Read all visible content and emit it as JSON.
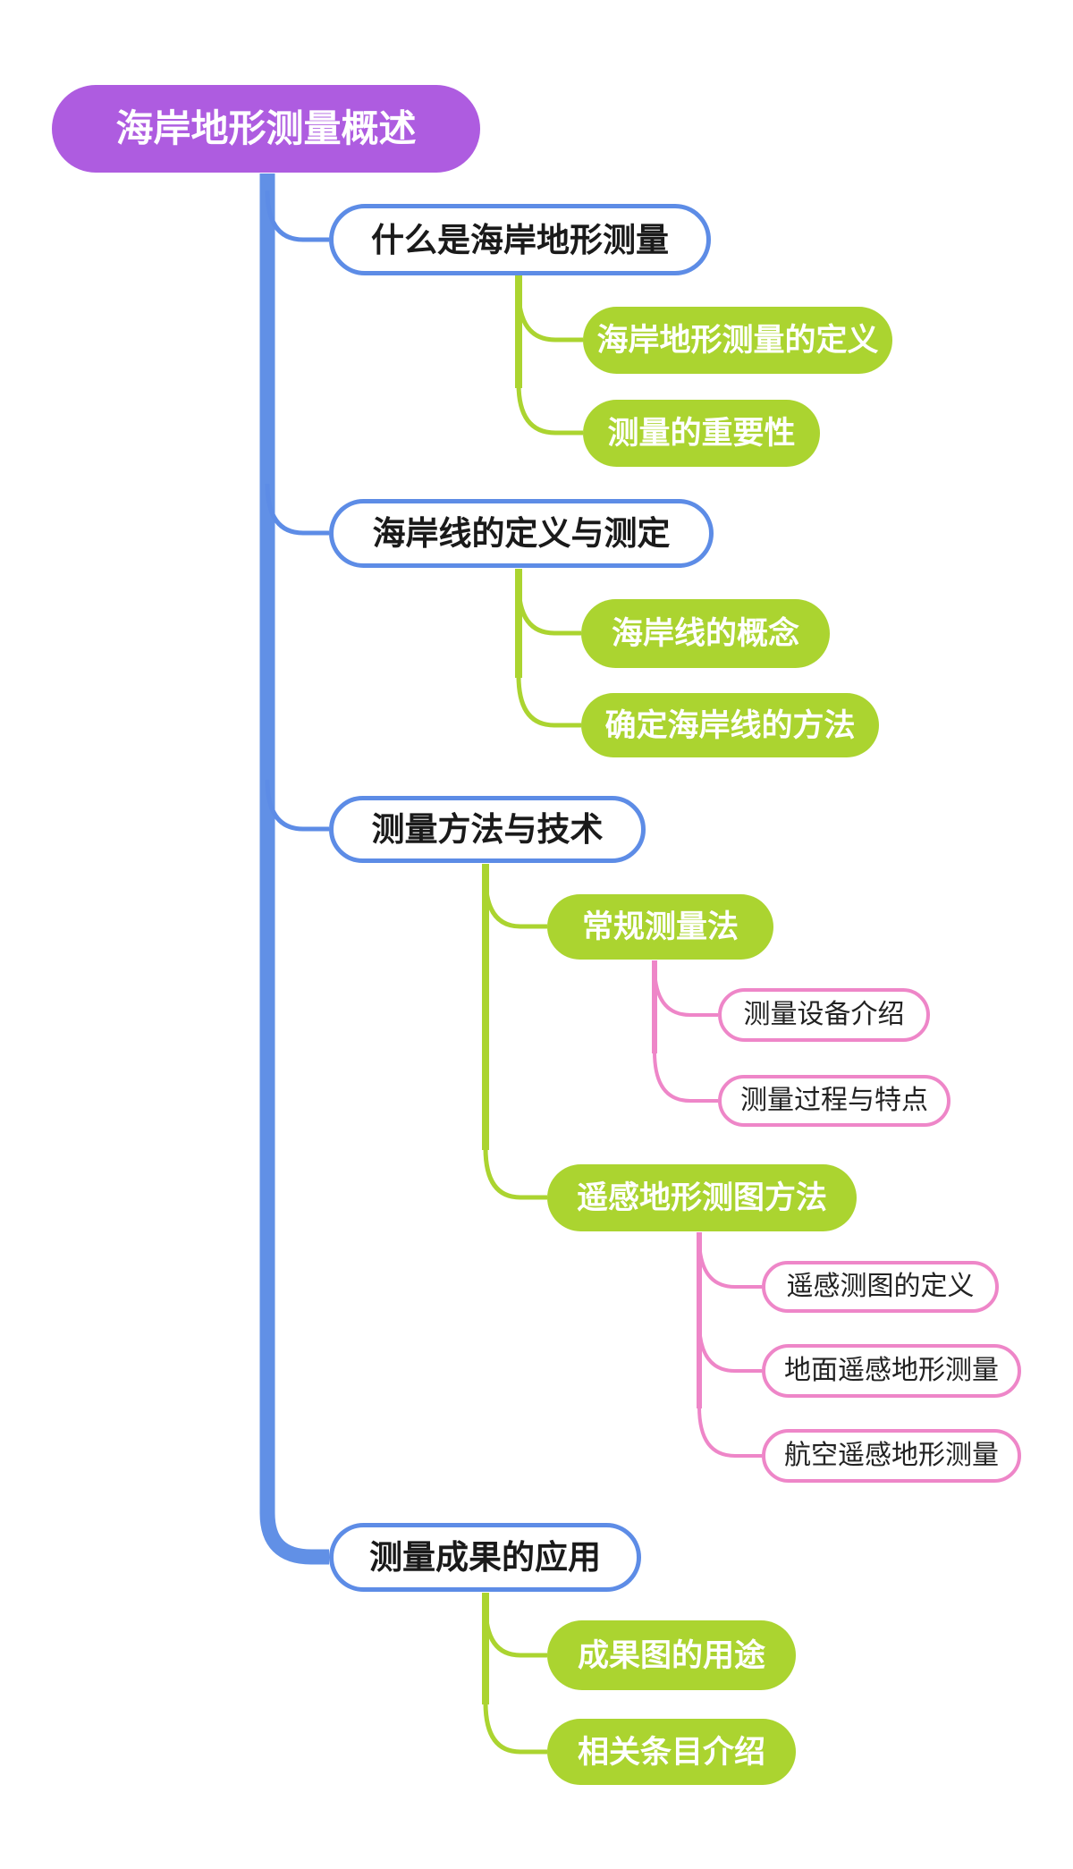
{
  "colors": {
    "purple": "#ae5ce0",
    "trunk_blue": "#6190e6",
    "line_blue": "#5d8ce6",
    "green": "#abd430",
    "pink": "#ee86c8",
    "text_light": "#ffffff",
    "text_dark": "#1a1a1a",
    "text_dark3": "#222222",
    "background": "#ffffff"
  },
  "root": {
    "label": "海岸地形测量概述"
  },
  "branches": [
    {
      "label": "什么是海岸地形测量",
      "children": [
        {
          "label": "海岸地形测量的定义"
        },
        {
          "label": "测量的重要性"
        }
      ]
    },
    {
      "label": "海岸线的定义与测定",
      "children": [
        {
          "label": "海岸线的概念"
        },
        {
          "label": "确定海岸线的方法"
        }
      ]
    },
    {
      "label": "测量方法与技术",
      "children": [
        {
          "label": "常规测量法",
          "children": [
            {
              "label": "测量设备介绍"
            },
            {
              "label": "测量过程与特点"
            }
          ]
        },
        {
          "label": "遥感地形测图方法",
          "children": [
            {
              "label": "遥感测图的定义"
            },
            {
              "label": "地面遥感地形测量"
            },
            {
              "label": "航空遥感地形测量"
            }
          ]
        }
      ]
    },
    {
      "label": "测量成果的应用",
      "children": [
        {
          "label": "成果图的用途"
        },
        {
          "label": "相关条目介绍"
        }
      ]
    }
  ]
}
